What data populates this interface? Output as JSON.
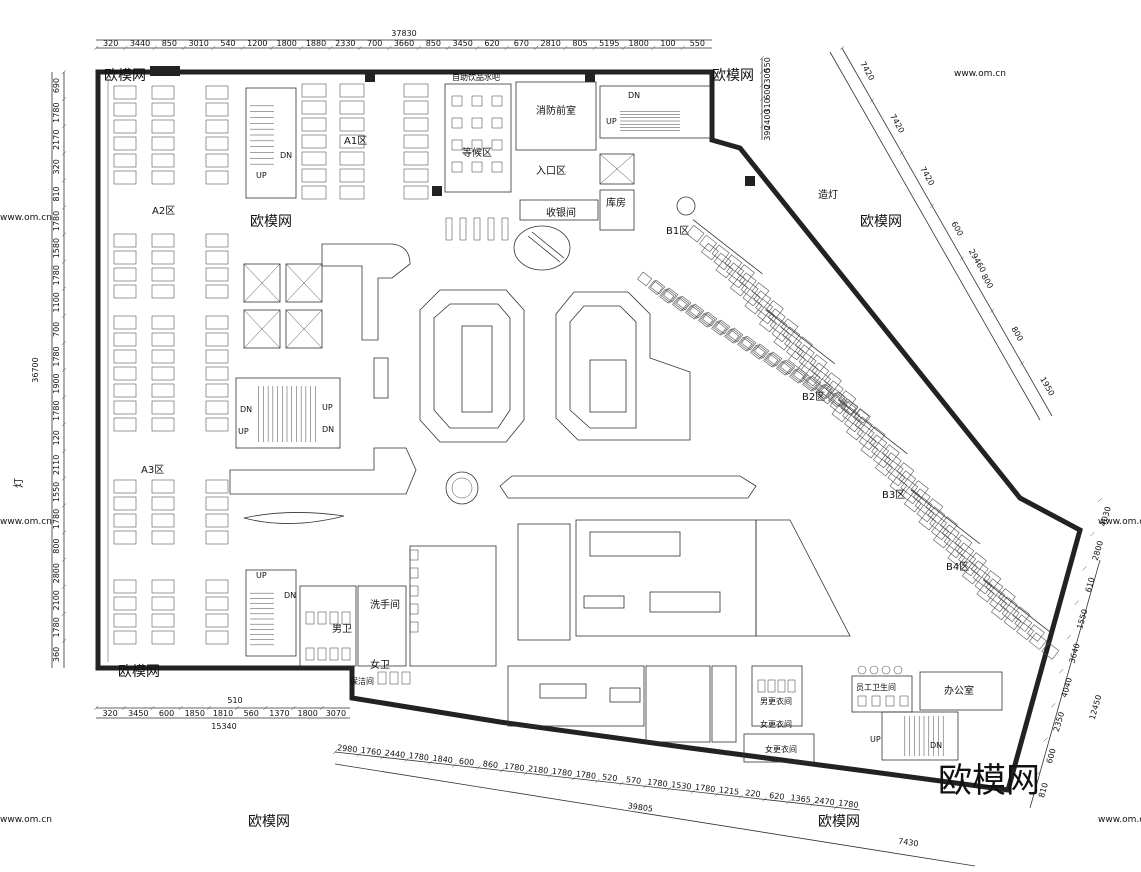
{
  "dims": {
    "top_total": "37830",
    "top": [
      "320",
      "3440",
      "850",
      "3010",
      "540",
      "1200",
      "1800",
      "1880",
      "2330",
      "700",
      "3660",
      "850",
      "3450",
      "620",
      "670",
      "2810",
      "805",
      "5195",
      "1800",
      "100",
      "550"
    ],
    "left_total": "36700",
    "left": [
      "690",
      "1780",
      "2170",
      "320",
      "810",
      "1780",
      "1580",
      "1780",
      "1100",
      "700",
      "1780",
      "1900",
      "1780",
      "120",
      "2110",
      "1550",
      "1780",
      "800",
      "2800",
      "2100",
      "1780",
      "360"
    ],
    "bottom_left_total": "15340",
    "bottom_left": [
      "320",
      "3450",
      "600",
      "1850",
      "1810",
      "560",
      "1370",
      "1800",
      "3070"
    ],
    "bottom_left_extra": "510",
    "bottom_total": "39805",
    "bottom": [
      "2980",
      "1760",
      "2440",
      "1780",
      "1840",
      "600",
      "860",
      "1780",
      "2180",
      "1780",
      "1780",
      "520",
      "570",
      "1780",
      "1530",
      "1780",
      "1215",
      "220",
      "620",
      "1365",
      "2470",
      "1780"
    ],
    "bottom_right": "7430",
    "right_diag_total": "29460",
    "right_diag": [
      "7420",
      "7420",
      "7420",
      "600",
      "800",
      "800",
      "1950"
    ],
    "top_right": [
      "550",
      "2300",
      "600",
      "310",
      "2400",
      "390"
    ],
    "right_lower": [
      "4030",
      "2800",
      "610",
      "1550",
      "3640",
      "4040",
      "2350",
      "600",
      "810"
    ],
    "right_lower_total": "12450"
  },
  "labels": {
    "a1": "A1区",
    "a2": "A2区",
    "a3": "A3区",
    "b1": "B1区",
    "b2": "B2区",
    "b3": "B3区",
    "b4": "B4区",
    "fire_control": "消防前室",
    "waiting": "等候区",
    "entrance": "入口区",
    "cashier": "收银间",
    "storage": "库房",
    "beverage": "自助饮品水吧",
    "handwash": "洗手间",
    "male_wc": "男卫",
    "female_wc": "女卫",
    "cleaning": "保洁间",
    "staff_wc": "员工卫生间",
    "office": "办公室",
    "male_locker": "男更衣间",
    "female_locker": "女更衣间",
    "light": "造灯",
    "lamp": "灯",
    "up": "UP",
    "dn": "DN"
  },
  "watermark": {
    "brand": "欧模网",
    "small": "欧模网",
    "url": "www.om.cn"
  }
}
